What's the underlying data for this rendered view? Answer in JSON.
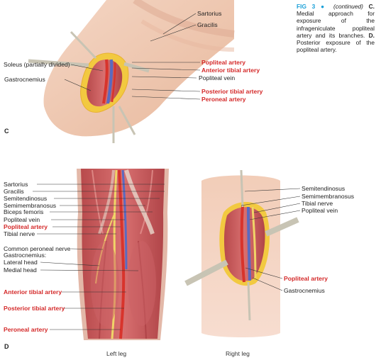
{
  "caption": {
    "fig": "FIG 3",
    "bullet": "●",
    "continued": "(continued)",
    "c_letter": "C.",
    "c_text": "Medial approach for exposure of the infrageniculate popliteal artery and its branches.",
    "d_letter": "D.",
    "d_text": "Posterior exposure of the popliteal artery."
  },
  "panel_c": {
    "letter": "C",
    "labels": {
      "sartorius": "Sartorius",
      "gracilis": "Gracilis",
      "soleus": "Soleus (partially divided)",
      "gastrocnemius": "Gastrocnemius",
      "popliteal_artery": "Popliteal artery",
      "anterior_tibial_artery": "Anterior tibial artery",
      "popliteal_vein": "Popliteal vein",
      "posterior_tibial_artery": "Posterior tibial artery",
      "peroneal_artery": "Peroneal artery"
    }
  },
  "panel_d": {
    "letter": "D",
    "left": {
      "caption": "Left leg",
      "labels": {
        "sartorius": "Sartorius",
        "gracilis": "Gracilis",
        "semitendinosus": "Semitendinosus",
        "semimembranosus": "Semimembranosus",
        "biceps_femoris": "Biceps femoris",
        "popliteal_vein": "Popliteal vein",
        "popliteal_artery": "Popliteal artery",
        "tibial_nerve": "Tibial nerve",
        "common_peroneal_nerve": "Common peroneal nerve",
        "gastrocnemius": "Gastrocnemius:",
        "lateral_head": "Lateral head",
        "medial_head": "Medial head",
        "anterior_tibial_artery": "Anterior tibial artery",
        "posterior_tibial_artery": "Posterior tibial artery",
        "peroneal_artery": "Peroneal artery"
      }
    },
    "right": {
      "caption": "Right leg",
      "labels": {
        "semitendinosus": "Semitendinosus",
        "semimembranosus": "Semimembranosus",
        "tibial_nerve": "Tibial nerve",
        "popliteal_vein": "Popliteal vein",
        "popliteal_artery": "Popliteal artery",
        "gastrocnemius": "Gastrocnemius"
      }
    }
  },
  "colors": {
    "artery_label": "#d42a2a",
    "figure_label": "#1aa0d8",
    "skin": "#eec4ac",
    "muscle": "#c8585a",
    "artery": "#d8342c",
    "vein": "#5a6ac0",
    "nerve": "#f0d468"
  }
}
